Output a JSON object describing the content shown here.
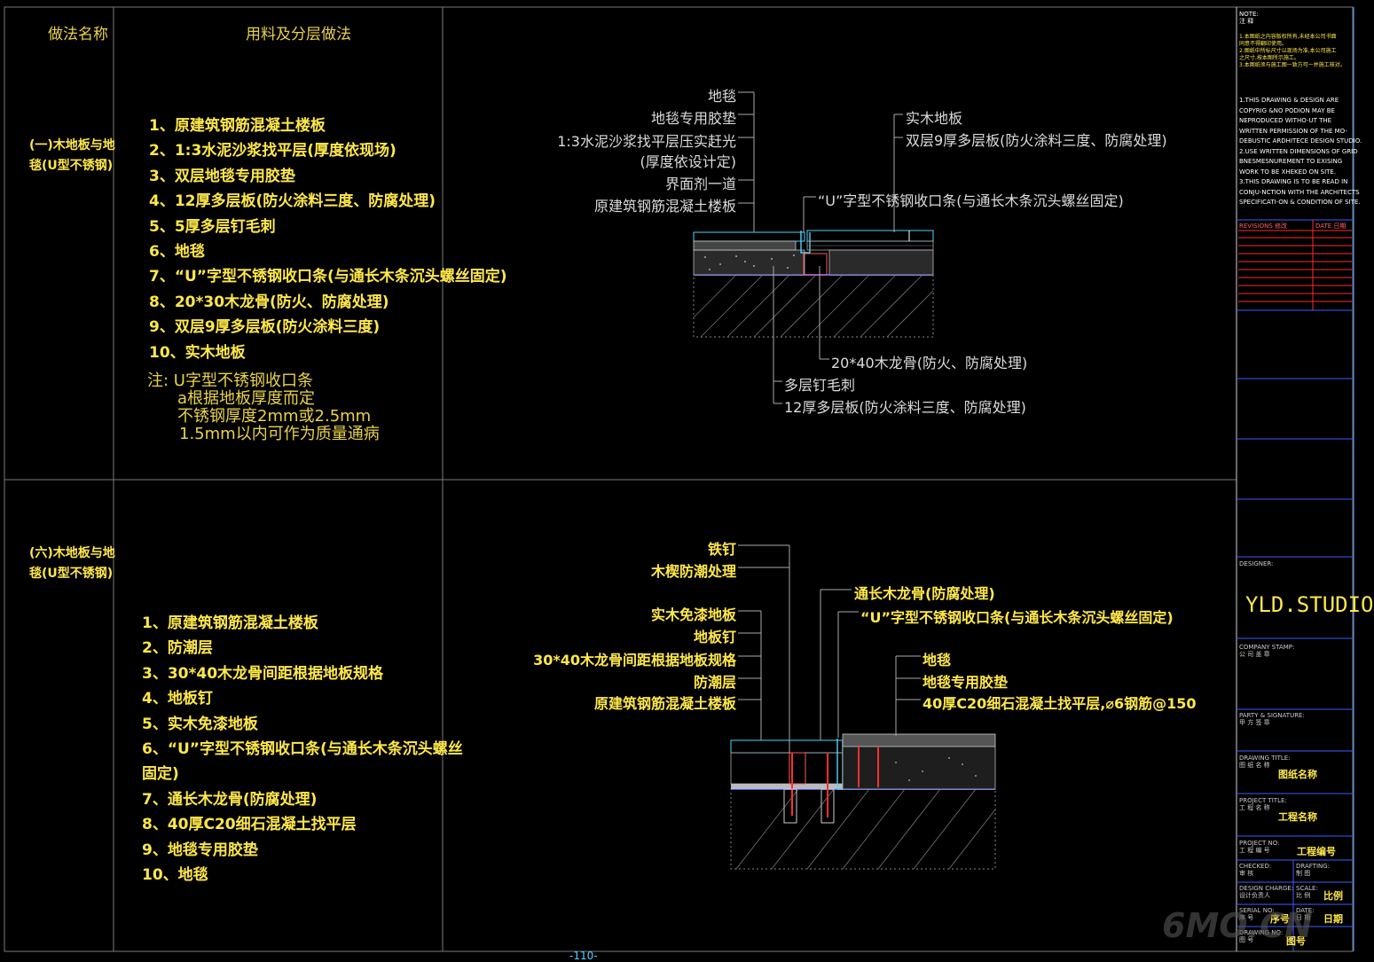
{
  "headers": {
    "method_name": "做法名称",
    "materials": "用料及分层做法"
  },
  "section1": {
    "name": "(一)木地板与地毯(U型不锈钢)",
    "name_lines": [
      "(一)木地板与地",
      "毯(U型不锈钢)"
    ],
    "steps": [
      "1、原建筑钢筋混凝土楼板",
      "2、1:3水泥沙浆找平层(厚度依现场)",
      "3、双层地毯专用胶垫",
      "4、12厚多层板(防火涂料三度、防腐处理)",
      "5、5厚多层钉毛刺",
      "6、地毯",
      "7、“U”字型不锈钢收口条(与通长木条沉头螺丝固定)",
      "8、20*30木龙骨(防火、防腐处理)",
      "9、双层9厚多层板(防火涂料三度)",
      "10、实木地板"
    ],
    "note": [
      "注: U字型不锈钢收口条",
      "a根据地板厚度而定",
      "不锈钢厚度2mm或2.5mm",
      "1.5mm以内可作为质量通病"
    ],
    "labels_left": [
      "地毯",
      "地毯专用胶垫",
      "1:3水泥沙浆找平层压实赶光",
      "(厚度依设计定)",
      "界面剂一道",
      "原建筑钢筋混凝土楼板"
    ],
    "labels_right": [
      "实木地板",
      "双层9厚多层板(防火涂料三度、防腐处理)",
      "“U”字型不锈钢收口条(与通长木条沉头螺丝固定)"
    ],
    "labels_bottom": [
      "20*40木龙骨(防火、防腐处理)",
      "多层钉毛刺",
      "12厚多层板(防火涂料三度、防腐处理)"
    ]
  },
  "section2": {
    "name": "(六)木地板与地毯(U型不锈钢)",
    "name_lines": [
      "(六)木地板与地",
      "毯(U型不锈钢)"
    ],
    "steps": [
      "1、原建筑钢筋混凝土楼板",
      "2、防潮层",
      "3、30*40木龙骨间距根据地板规格",
      "4、地板钉",
      "5、实木免漆地板",
      "6、“U”字型不锈钢收口条(与通长木条沉头螺丝",
      "固定)",
      "7、通长木龙骨(防腐处理)",
      "8、40厚C20细石混凝土找平层",
      "9、地毯专用胶垫",
      "10、地毯"
    ],
    "labels_left": [
      "铁钉",
      "木楔防潮处理",
      "实木免漆地板",
      "地板钉",
      "30*40木龙骨间距根据地板规格",
      "防潮层",
      "原建筑钢筋混凝土楼板"
    ],
    "labels_right_top": [
      "通长木龙骨(防腐处理)",
      "“U”字型不锈钢收口条(与通长木条沉头螺丝固定)"
    ],
    "labels_right": [
      "地毯",
      "地毯专用胶垫",
      "40厚C20细石混凝土找平层,⌀6钢筋@150"
    ]
  },
  "title_block": {
    "note_head": [
      "NOTE:",
      "注 释"
    ],
    "notes_cn": [
      "1.本图纸之内容版权所有,未经本公司书面",
      "  同意不得翻印使用。",
      "2.图纸中所标尺寸以现场为准,本公司施工",
      "  之尺寸,按本图所示施工。",
      "3.本图纸须与施工图一致方可一并施工核对。"
    ],
    "notes_en": [
      "1.THIS DRAWING & DESIGN ARE",
      " COPYRIG &NO PODION MAY BE",
      " NEPRODUCED WITHO-UT THE",
      " WRITTEN PERMISSION OF THE MO-",
      " DEBUSTIC ARDHITECE DESIGN STUDIO.",
      "2.USE WRITTEN DIMENSIONS OF GRID",
      " BNESMESNUREMENT TO EXISING",
      " WORK TO BE XHEKED ON SITE.",
      "3.THIS DRAWING IS TO BE READ IN",
      " CONJU-NCTION WITH THE ARCHITECTS",
      " SPECIFICATI-ON & CONDITION OF SITE."
    ],
    "revisions": "REVISIONS 修改",
    "date": "DATE 日期",
    "designer": "DESIGNER:",
    "studio": "YLD.STUDIO",
    "company_stamp": [
      "COMPANY STAMP:",
      "公 司 盖 章"
    ],
    "party_sig": [
      "PARTY & SIGNATURE:",
      "甲 方 签 章"
    ],
    "drawing_title": [
      "DRAWING TITLE:",
      "图 纸 名 称"
    ],
    "drawing_title_val": "图纸名称",
    "project": [
      "PROJECT TITLE:",
      "工 程 名 称"
    ],
    "project_val": "工程名称",
    "project_no": [
      "PROJECT NO:",
      "工 程 编 号"
    ],
    "project_no_val": "工程编号",
    "checked": [
      "CHECKED:",
      "审 核"
    ],
    "drafting": [
      "DRAFTING:",
      "制 图"
    ],
    "design_charge": [
      "DESIGN CHARGE:",
      "设计负责人"
    ],
    "scale": [
      "SCALE:",
      "比 例"
    ],
    "scale_val": "比例",
    "serial_no": [
      "SERIAL NO:",
      "序 号"
    ],
    "serial_val": "序号",
    "date2": [
      "DATE:",
      "日 期"
    ],
    "date_val": "日期",
    "drawing_no": [
      "DRAWING NO:",
      "图 号"
    ],
    "drawing_no_val": "图号"
  },
  "watermark": "6MO.CN",
  "page_number": "-110-"
}
